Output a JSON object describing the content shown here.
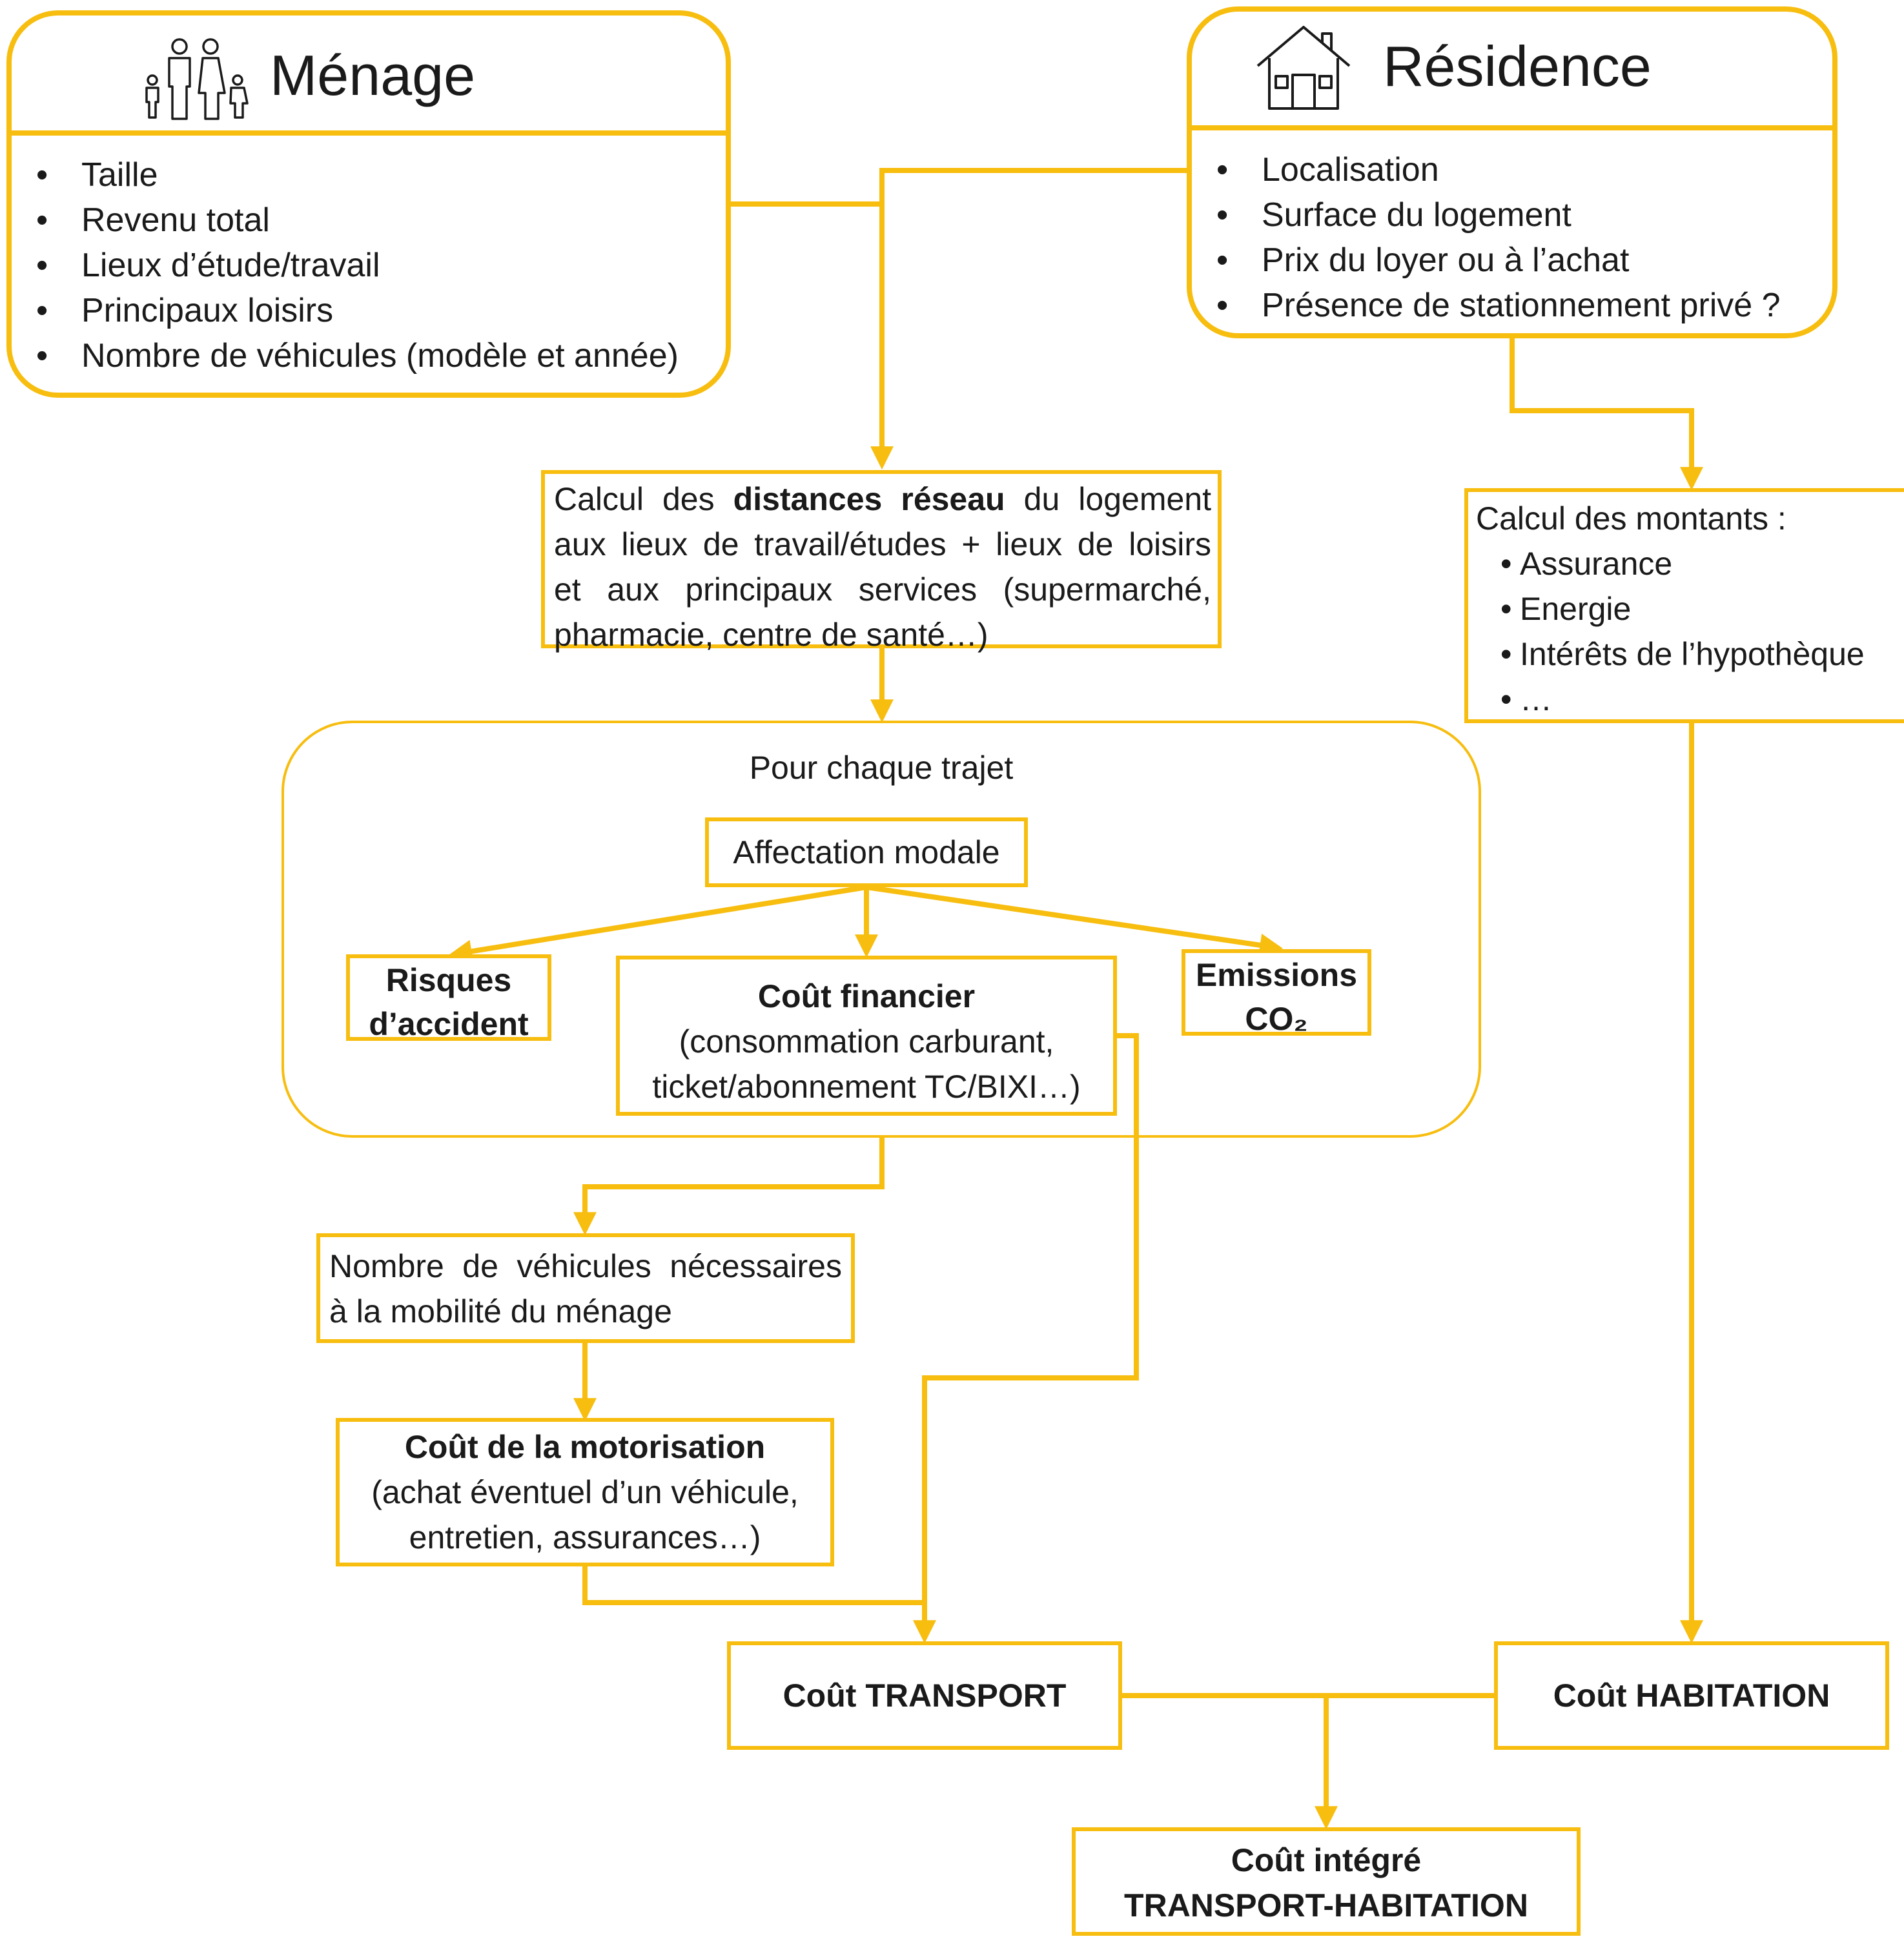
{
  "menage": {
    "title": "Ménage",
    "icon": "family-icon",
    "items": [
      "Taille",
      "Revenu total",
      "Lieux d’étude/travail",
      "Principaux loisirs",
      "Nombre de véhicules (modèle et année)"
    ]
  },
  "residence": {
    "title": "Résidence",
    "icon": "house-icon",
    "items": [
      "Localisation",
      "Surface du logement",
      "Prix du loyer ou à l’achat",
      "Présence de stationnement privé ?"
    ]
  },
  "distances": {
    "line1_a": "Calcul des",
    "line1_b": "distances réseau",
    "line1_c": "du logement",
    "line2": "aux lieux de travail/études + lieux de loisirs",
    "line3": "et aux principaux services (supermarché,",
    "line4": "pharmacie, centre de santé…)"
  },
  "montants": {
    "title": "Calcul des montants :",
    "items": [
      "Assurance",
      "Energie",
      "Intérêts de l’hypothèque",
      "…"
    ]
  },
  "trajet": {
    "label": "Pour chaque trajet",
    "affectation": "Affectation modale",
    "risques": [
      "Risques",
      "d’accident"
    ],
    "cout_financier_title": "Coût financier",
    "cout_financier_lines": [
      "(consommation carburant,",
      "ticket/abonnement TC/BIXI…)"
    ],
    "emissions": [
      "Emissions",
      "CO₂"
    ]
  },
  "vehicules": {
    "lines": [
      "Nombre de véhicules nécessaires",
      "à la mobilité du ménage"
    ]
  },
  "motorisation": {
    "title": "Coût de la motorisation",
    "lines": [
      "(achat éventuel d’un véhicule,",
      "entretien, assurances…)"
    ]
  },
  "cout_transport": "Coût TRANSPORT",
  "cout_habitation": "Coût HABITATION",
  "cout_integre": [
    "Coût intégré",
    "TRANSPORT-HABITATION"
  ],
  "colors": {
    "accent": "#F7BD0F",
    "text": "#1a1a1a"
  }
}
